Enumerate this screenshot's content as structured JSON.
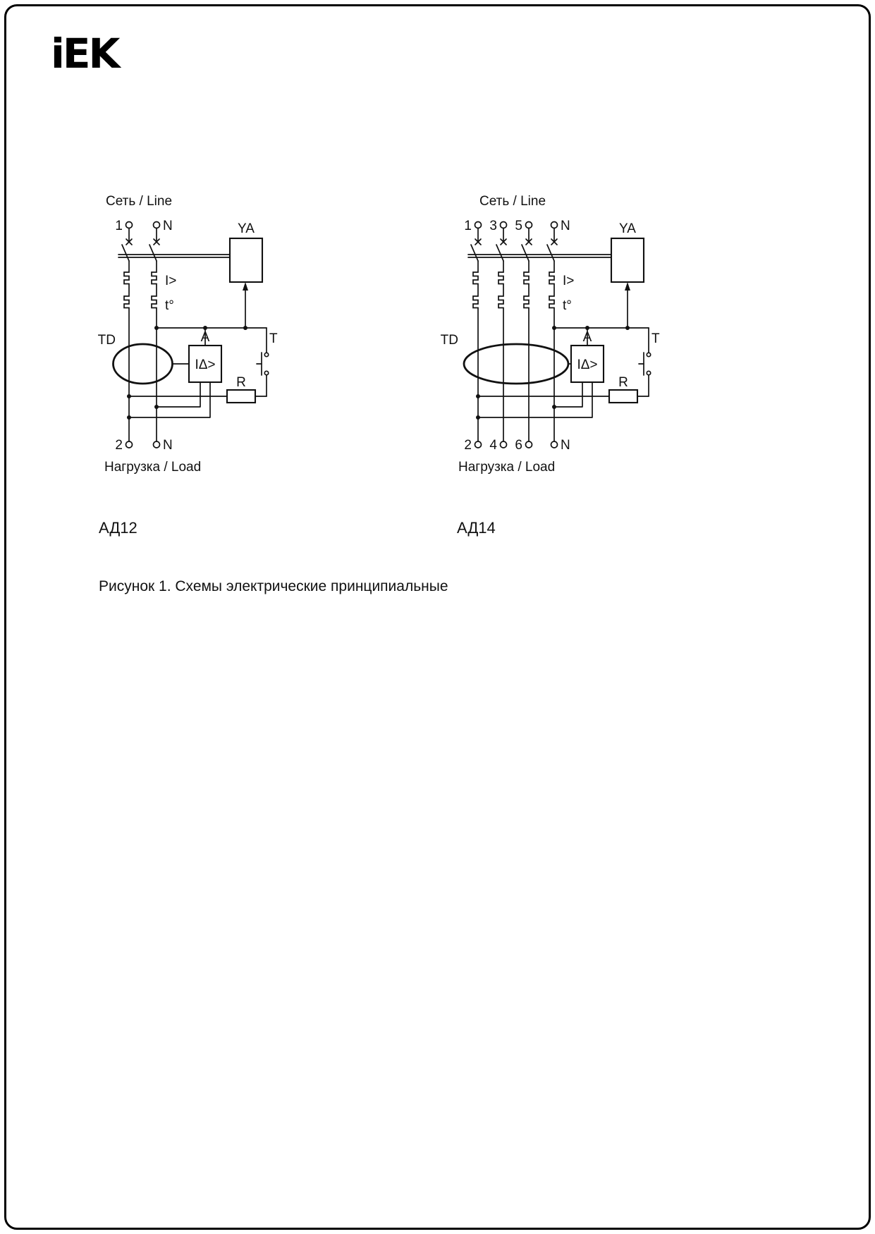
{
  "logo": {
    "text": "iEK"
  },
  "figure_caption": "Рисунок 1. Схемы электрические принципиальные",
  "diagrams": {
    "ad12": {
      "name": "АД12",
      "line_label": "Сеть / Line",
      "load_label": "Нагрузка / Load",
      "terminals_top": [
        "1",
        "N"
      ],
      "terminals_bottom": [
        "2",
        "N"
      ],
      "labels": {
        "ya": "YA",
        "overcurrent": "I>",
        "thermal": "t°",
        "td": "TD",
        "amp": "A",
        "diff": "IΔ>",
        "test": "T",
        "resistor": "R"
      }
    },
    "ad14": {
      "name": "АД14",
      "line_label": "Сеть / Line",
      "load_label": "Нагрузка / Load",
      "terminals_top": [
        "1",
        "3",
        "5",
        "N"
      ],
      "terminals_bottom": [
        "2",
        "4",
        "6",
        "N"
      ],
      "labels": {
        "ya": "YA",
        "overcurrent": "I>",
        "thermal": "t°",
        "td": "TD",
        "amp": "A",
        "diff": "IΔ>",
        "test": "T",
        "resistor": "R"
      }
    }
  }
}
